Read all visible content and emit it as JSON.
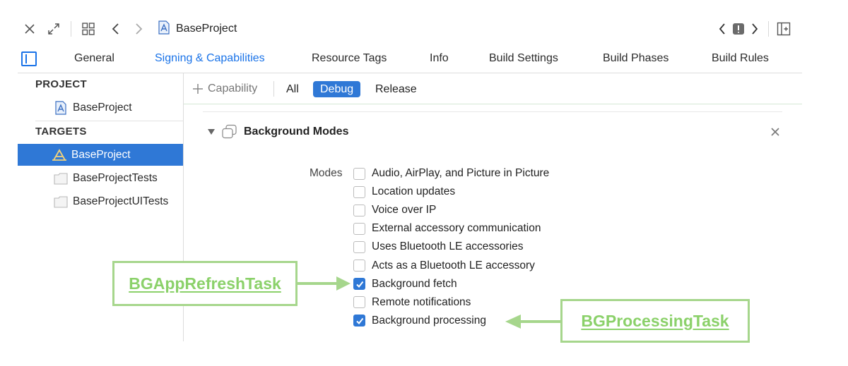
{
  "toolbar": {
    "project_title": "BaseProject",
    "close_icon": "close-icon",
    "expand_icon": "expand-icon",
    "grid_icon": "grid-icon",
    "back_icon": "chevron-left-icon",
    "forward_icon": "chevron-right-icon",
    "file_icon": "xcode-project-file-icon",
    "issue_prev_icon": "chevron-left-icon",
    "issue_icon": "issue-navigator-icon",
    "issue_next_icon": "chevron-right-icon",
    "inspector_icon": "add-editor-icon"
  },
  "tabs": [
    {
      "label": "General"
    },
    {
      "label": "Signing & Capabilities",
      "active": true
    },
    {
      "label": "Resource Tags"
    },
    {
      "label": "Info"
    },
    {
      "label": "Build Settings"
    },
    {
      "label": "Build Phases"
    },
    {
      "label": "Build Rules"
    }
  ],
  "sidebar": {
    "project_header": "PROJECT",
    "project_item": "BaseProject",
    "targets_header": "TARGETS",
    "targets": [
      {
        "label": "BaseProject",
        "selected": true
      },
      {
        "label": "BaseProjectTests"
      },
      {
        "label": "BaseProjectUITests"
      }
    ]
  },
  "filterbar": {
    "capability_label": "Capability",
    "segments": [
      {
        "label": "All"
      },
      {
        "label": "Debug",
        "active": true
      },
      {
        "label": "Release"
      }
    ]
  },
  "section": {
    "title": "Background Modes",
    "modes_label": "Modes",
    "modes": [
      {
        "label": "Audio, AirPlay, and Picture in Picture",
        "checked": false
      },
      {
        "label": "Location updates",
        "checked": false
      },
      {
        "label": "Voice over IP",
        "checked": false
      },
      {
        "label": "External accessory communication",
        "checked": false
      },
      {
        "label": "Uses Bluetooth LE accessories",
        "checked": false
      },
      {
        "label": "Acts as a Bluetooth LE accessory",
        "checked": false
      },
      {
        "label": "Background fetch",
        "checked": true
      },
      {
        "label": "Remote notifications",
        "checked": false
      },
      {
        "label": "Background processing",
        "checked": true
      }
    ]
  },
  "annotations": {
    "refresh": "BGAppRefreshTask",
    "processing": "BGProcessingTask"
  },
  "colors": {
    "accent": "#1a73e8",
    "selection": "#2f78d6",
    "annotation_green": "#8bd16a"
  }
}
